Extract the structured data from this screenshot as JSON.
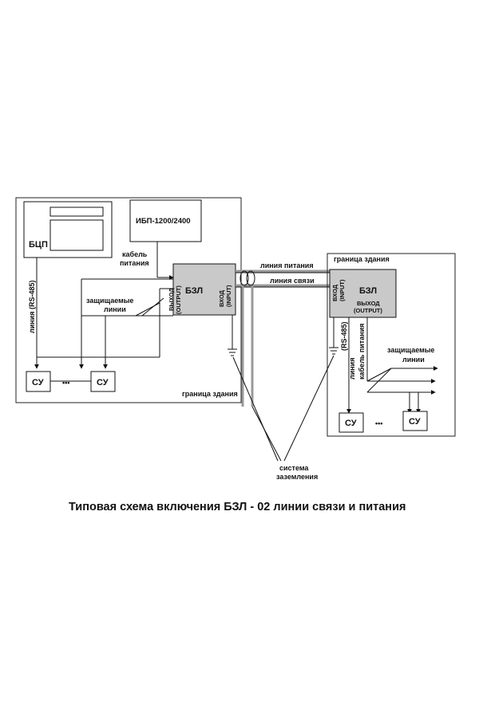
{
  "left_site": {
    "bcp_label": "БЦП",
    "ups_label": "ИБП-1200/2400",
    "power_cable_label_1": "кабель",
    "power_cable_label_2": "питания",
    "rs485_label": "линия  (RS-485)",
    "protected_lines_1": "защищаемые",
    "protected_lines_2": "линии",
    "bzl_label": "БЗЛ",
    "output_label_1": "ВЫХОД",
    "output_label_2": "(OUTPUT)",
    "input_label_1": "ВХОД",
    "input_label_2": "(INPUT)",
    "su_label_1": "СУ",
    "su_label_2": "СУ",
    "dots": "•••",
    "building_border": "граница здания"
  },
  "link": {
    "power_line": "линия питания",
    "comm_line": "линия связи"
  },
  "right_site": {
    "building_border": "граница здания",
    "bzl_label": "БЗЛ",
    "output_label_1": "ВЫХОД",
    "output_label_2": "(OUTPUT)",
    "input_label_1": "ВХОД",
    "input_label_2": "(INPUT)",
    "rs485_label": "(RS-485)",
    "line_label": "линия",
    "power_cable_label": "кабель питания",
    "protected_lines_1": "защищаемые",
    "protected_lines_2": "линии",
    "su_label_1": "СУ",
    "su_label_2": "СУ",
    "dots": "•••"
  },
  "grounding": {
    "label_1": "система",
    "label_2": "заземления"
  },
  "caption": "Типовая схема включения БЗЛ - 02 линии связи и питания"
}
